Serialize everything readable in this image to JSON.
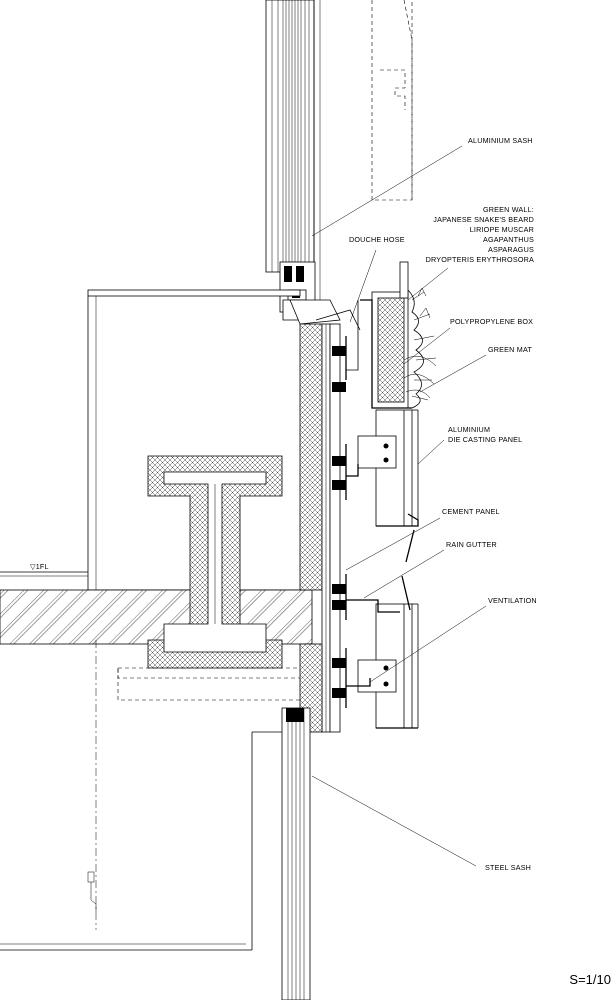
{
  "labels": {
    "aluminium_sash": "ALUMINIUM  SASH",
    "green_wall_title": "GREEN WALL:",
    "green_wall_plants": [
      "JAPANESE SNAKE'S BEARD",
      "LIRIOPE MUSCAR",
      "AGAPANTHUS",
      "ASPARAGUS",
      "DRYOPTERIS ERYTHROSORA"
    ],
    "douche_hose": "DOUCHE HOSE",
    "polypropylene_box": "POLYPROPYLENE BOX",
    "green_mat": "GREEN MAT",
    "aluminium_panel_1": "ALUMINIUM",
    "aluminium_panel_2": "DIE CASTING PANEL",
    "cement_panel": "CEMENT PANEL",
    "rain_gutter": "RAIN GUTTER",
    "ventilation": "VENTILATION",
    "floor_level": "▽1FL",
    "steel_sash": "STEEL SASH"
  },
  "scale": "S=1/10"
}
